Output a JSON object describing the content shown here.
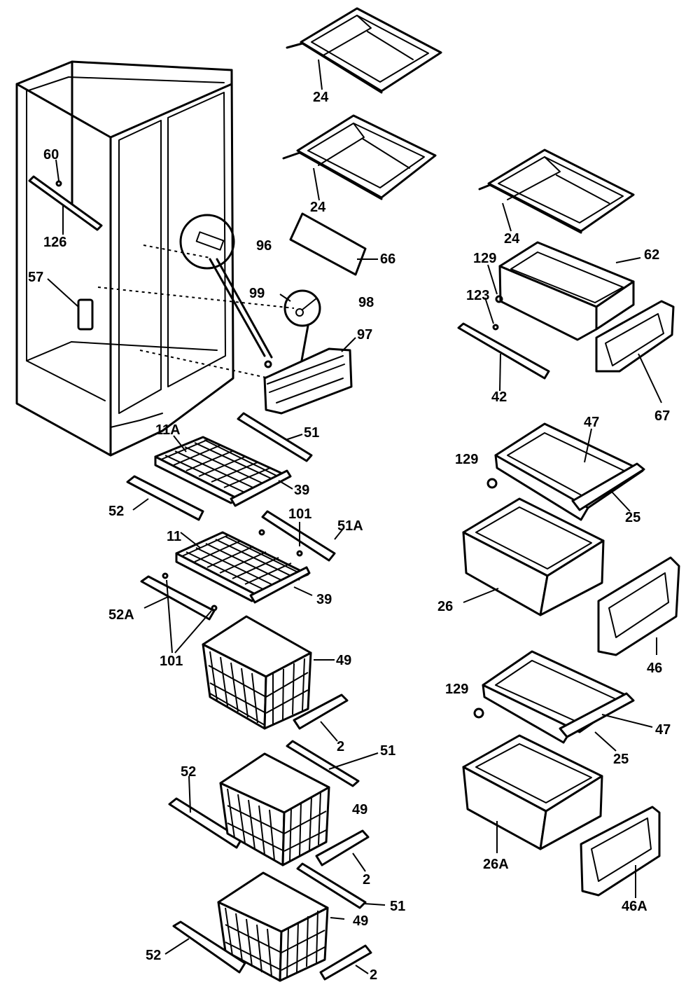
{
  "diagram": {
    "labels": {
      "l24a": "24",
      "l24b": "24",
      "l24c": "24",
      "l60": "60",
      "l126": "126",
      "l57": "57",
      "l96": "96",
      "l66": "66",
      "l99": "99",
      "l98": "98",
      "l97": "97",
      "l129a": "129",
      "l62": "62",
      "l123": "123",
      "l42": "42",
      "l67": "67",
      "l47a": "47",
      "l129b": "129",
      "l25a": "25",
      "l11a": "11A",
      "l51a": "51",
      "l39a": "39",
      "l52a": "52",
      "l101a": "101",
      "l51A": "51A",
      "l11": "11",
      "l39b": "39",
      "l52A": "52A",
      "l101b": "101",
      "l49a": "49",
      "l2a": "2",
      "l26": "26",
      "l46": "46",
      "l129c": "129",
      "l47b": "47",
      "l25b": "25",
      "l51b": "51",
      "l52b": "52",
      "l49b": "49",
      "l2b": "2",
      "l26A": "26A",
      "l46A": "46A",
      "l51c": "51",
      "l49c": "49",
      "l52c": "52",
      "l2c": "2"
    }
  }
}
